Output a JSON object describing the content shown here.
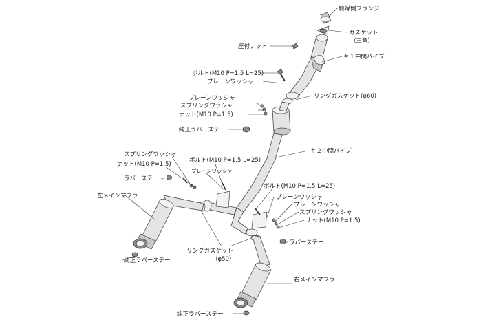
{
  "labels": {
    "cat_flange": "触媒側フランジ",
    "gasket": "ガスケット",
    "gasket_sub": "（三角）",
    "seat_nut": "座付ナット",
    "pipe1": "＃１中間パイプ",
    "bolt_top": "ボルト(M10 P=1.5 L=25)",
    "washer_top": "プレーンワッシャ",
    "ring_gasket_60": "リングガスケット(φ60)",
    "washer_mid": "プレーンワッシャ",
    "spring_mid": "スプリングワッシャ",
    "nut_mid": "ナット(M10 P=1.5)",
    "rubber_stay_top": "純正ラバーステー",
    "pipe2": "＃２中間パイプ",
    "spring_left": "スプリングワッシャ",
    "nut_left": "ナット(M10 P=1.5)",
    "bolt_left": "ボルト(M10 P=1.5 L=25)",
    "washer_left": "プレーンワッシャ",
    "rubber_stay_left": "ラバーステー",
    "main_muffler_left": "左メインマフラー",
    "bolt_right": "ボルト(M10 P=1.5 L=25)",
    "washer_right": "プレーンワッシャ",
    "washer_right2": "プレーンワッシャ",
    "spring_right": "スプリングワッシャ",
    "nut_right": "ナット(M10 P=1.5)",
    "rubber_stay_right": "ラバーステー",
    "ring_gasket_50": "リングガスケット",
    "ring_gasket_50_sub": "（φ50）",
    "rubber_stay_bottom_left": "純正ラバーステー",
    "main_muffler_right": "右メインマフラー",
    "rubber_stay_bottom_right": "純正ラバーステー"
  }
}
